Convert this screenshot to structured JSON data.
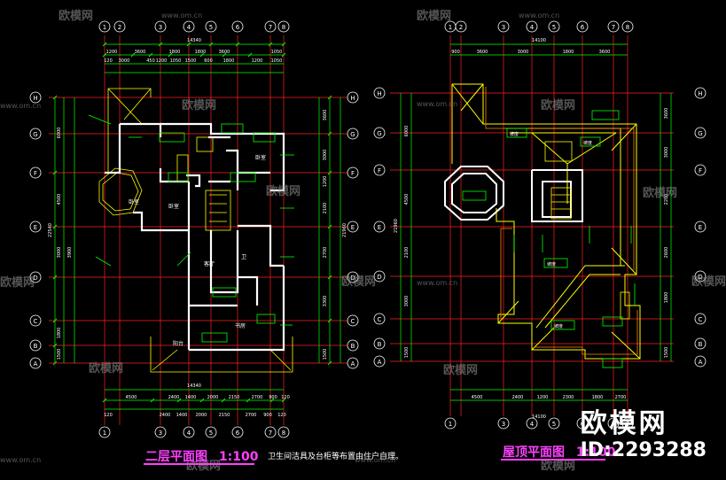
{
  "watermark": {
    "brand": "欧模网",
    "url": "www.om.cn",
    "id_text": "ID:2293288",
    "color": "#9a9a9a"
  },
  "colors": {
    "background": "#000000",
    "dimension": "#00ff00",
    "wall": "#ffffff",
    "axis": "#ff2020",
    "hatch": "#ffff00",
    "title_plan2": "#ff40ff",
    "title_roof": "#ff40ff",
    "number": "#ffff00"
  },
  "left_plan": {
    "title": "二层平面图",
    "scale": "1:100",
    "note": "卫生间洁具及台柜等布置由住户自理。",
    "overall_width": "14340",
    "grid_rows": [
      "H",
      "G",
      "F",
      "E",
      "D",
      "C",
      "B",
      "A"
    ],
    "grid_cols": [
      "1",
      "2",
      "3",
      "4",
      "5",
      "6",
      "7",
      "8"
    ],
    "top_dims": [
      "1200",
      "3600",
      "1800",
      "1800",
      "3600",
      "1050"
    ],
    "top_sub_dims": [
      "120",
      "3000",
      "450",
      "1200",
      "1050",
      "1500",
      "600",
      "1800",
      "1200",
      "1050"
    ],
    "bottom_dims": [
      "4500",
      "2400",
      "1400",
      "2000",
      "2150",
      "2700",
      "900",
      "120"
    ],
    "bottom_sub_dims": [
      "120",
      "2400",
      "1400",
      "2000",
      "2150",
      "2700",
      "900",
      "120"
    ],
    "left_dims": [
      "6000",
      "4500",
      "3000",
      "3900",
      "1800",
      "1500",
      "22540"
    ],
    "right_dims": [
      "3600",
      "3000",
      "1200",
      "2100",
      "2700",
      "3300",
      "1500",
      "21960"
    ],
    "rooms": [
      "卧室",
      "卧室",
      "卧室",
      "书房",
      "卫",
      "客厅",
      "阳台"
    ]
  },
  "right_plan": {
    "title": "屋顶平面图",
    "scale": "1:100",
    "overall_width": "14100",
    "grid_rows": [
      "H",
      "G",
      "F",
      "E",
      "D",
      "C",
      "B",
      "A"
    ],
    "grid_cols": [
      "1",
      "2",
      "3",
      "4",
      "5",
      "6",
      "7",
      "8"
    ],
    "top_dims": [
      "900",
      "3600",
      "3000",
      "1800",
      "3600"
    ],
    "bottom_dims": [
      "4500",
      "2400",
      "1200",
      "2300",
      "1800",
      "2700"
    ],
    "left_dims": [
      "6000",
      "4500",
      "2100",
      "3000",
      "1500",
      "21960"
    ],
    "right_dims": [
      "3600",
      "3000",
      "2200",
      "2600",
      "1800",
      "1500"
    ],
    "labels": [
      "坡度",
      "坡度",
      "坡度",
      "坡度"
    ]
  }
}
